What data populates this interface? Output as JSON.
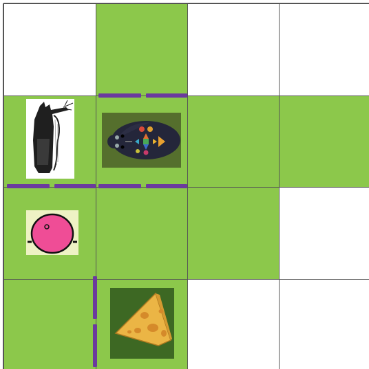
{
  "board": {
    "rows": 4,
    "cols": 4,
    "colors": {
      "green": "#8cc84b",
      "white": "#ffffff",
      "grid": "#555555",
      "wall": "#6b3a9e"
    },
    "green_cells": [
      {
        "row": 0,
        "col": 1
      },
      {
        "row": 1,
        "col": 0
      },
      {
        "row": 1,
        "col": 1
      },
      {
        "row": 1,
        "col": 2
      },
      {
        "row": 1,
        "col": 3
      },
      {
        "row": 2,
        "col": 0
      },
      {
        "row": 2,
        "col": 1
      },
      {
        "row": 2,
        "col": 2
      },
      {
        "row": 3,
        "col": 0
      },
      {
        "row": 3,
        "col": 1
      }
    ],
    "walls": [
      {
        "between": "row0-row1",
        "col": 1,
        "orientation": "horizontal"
      },
      {
        "between": "row1-row2",
        "col": 0,
        "orientation": "horizontal"
      },
      {
        "between": "row1-row2",
        "col": 1,
        "orientation": "horizontal"
      },
      {
        "between": "col0-col1",
        "row": 3,
        "orientation": "vertical"
      }
    ],
    "pieces": [
      {
        "name": "cat-icon",
        "row": 1,
        "col": 0
      },
      {
        "name": "robot-mouse-icon",
        "row": 1,
        "col": 1
      },
      {
        "name": "pink-ball-icon",
        "row": 2,
        "col": 0
      },
      {
        "name": "cheese-icon",
        "row": 3,
        "col": 1
      }
    ]
  }
}
